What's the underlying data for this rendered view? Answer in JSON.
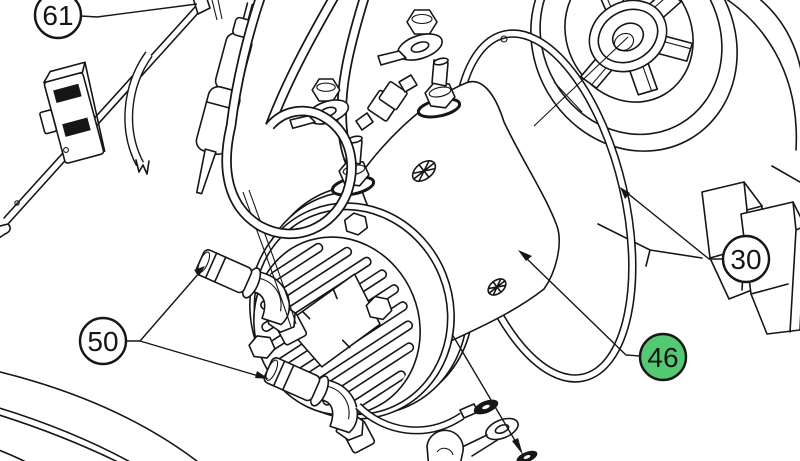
{
  "figure": {
    "type": "exploded-parts-diagram",
    "title": "Winch motor assembly parts diagram",
    "background_color": "#ffffff",
    "line_color": "#161616",
    "highlight_color": "#53c973",
    "callouts": [
      {
        "label": "61",
        "part": "wiring-harness",
        "highlighted": false
      },
      {
        "label": "50",
        "part": "hose-elbow-fittings",
        "highlighted": false
      },
      {
        "label": "30",
        "part": "o-ring-seal",
        "highlighted": false
      },
      {
        "label": "46",
        "part": "motor",
        "highlighted": true
      }
    ],
    "parts": [
      "wiring-harness",
      "connector-block",
      "inline-fuse-holder",
      "ring-terminals",
      "terminal-studs",
      "motor",
      "motor-end-cap",
      "hose-elbow-fittings",
      "o-ring-seal",
      "drum-support",
      "drum-arcs",
      "ground-cable"
    ]
  }
}
